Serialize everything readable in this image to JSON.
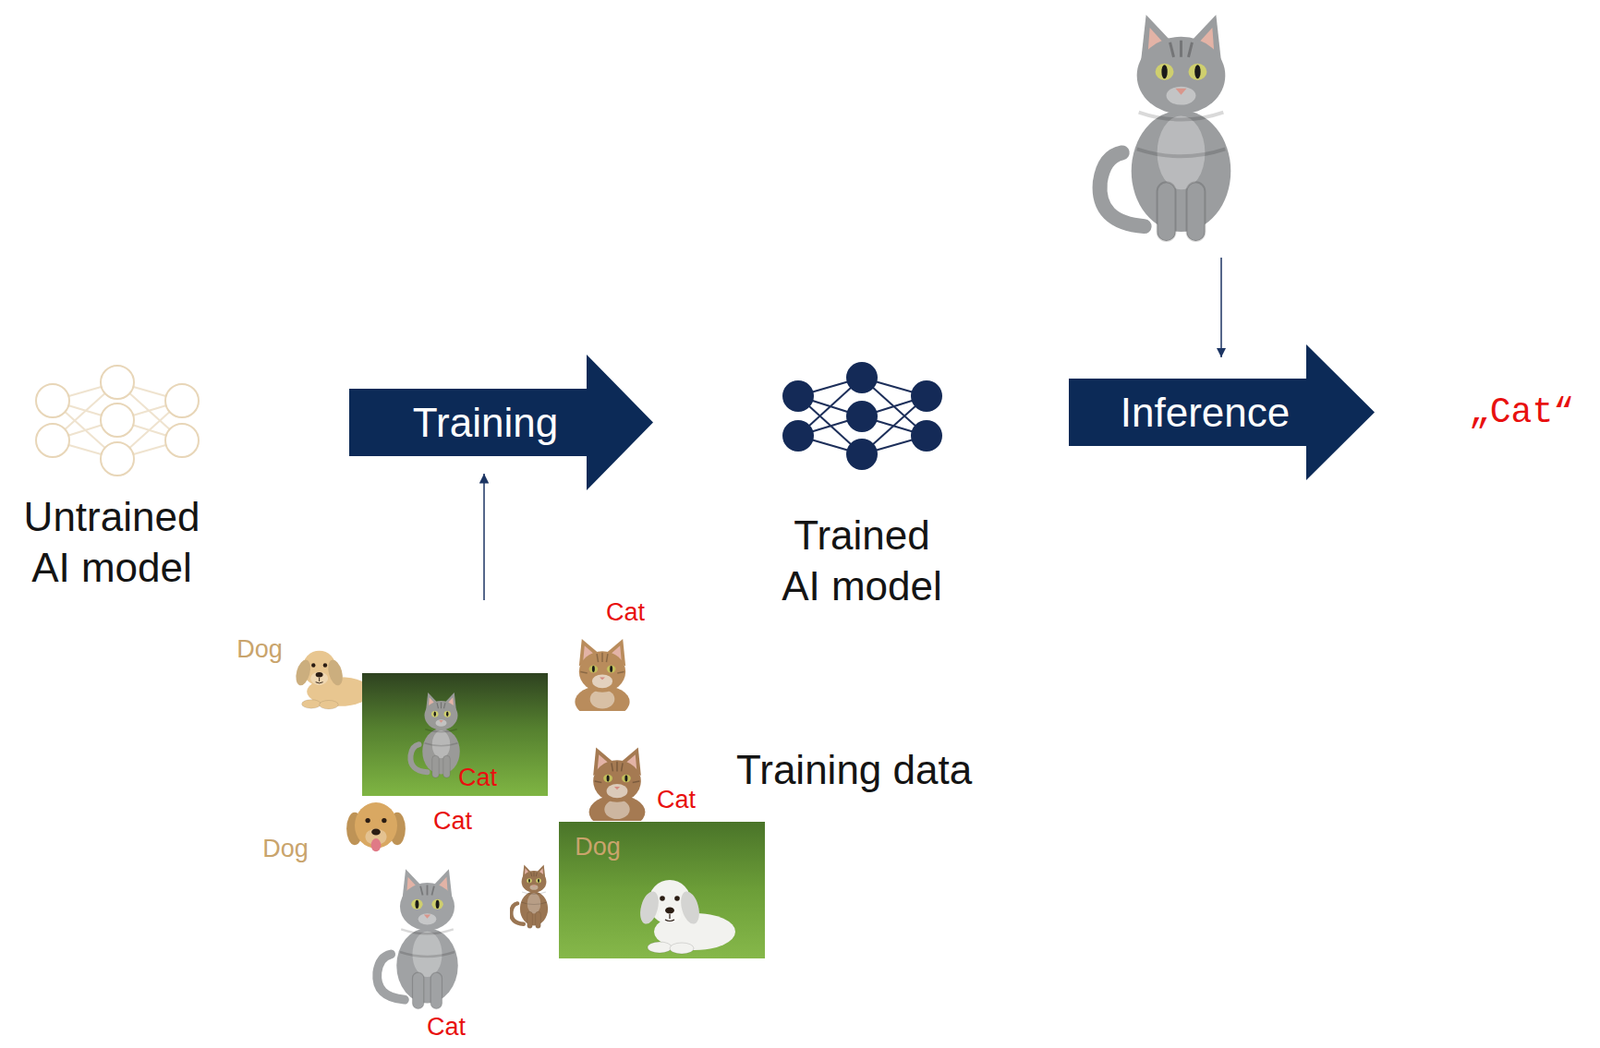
{
  "diagram": {
    "nodes": [
      {
        "text": [
          "Untrained AI model"
        ]
      },
      {
        "text": [
          "Training"
        ]
      },
      {
        "text": [
          "Trained AI model"
        ]
      },
      {
        "text": [
          "Inference"
        ]
      },
      {
        "text": [
          "Training data"
        ]
      }
    ],
    "edges": [
      {
        "from": 4,
        "to": 1,
        "arrow": "to"
      }
    ],
    "labels": [
      "„Cat“",
      "Cat",
      "Dog",
      "Cat",
      "Cat",
      "Cat",
      "Dog",
      "Dog",
      "Cat"
    ]
  }
}
